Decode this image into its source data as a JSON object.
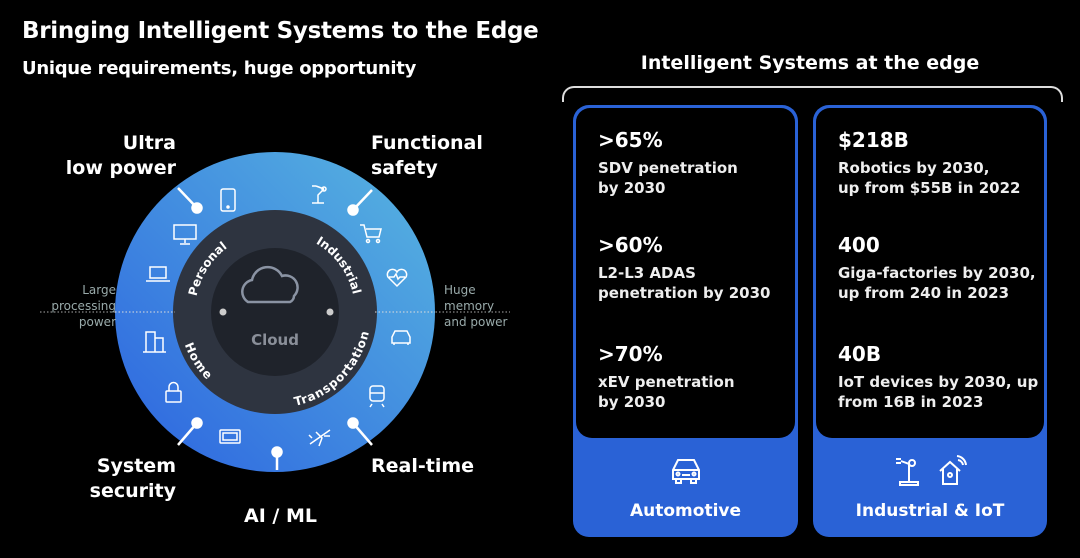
{
  "header": {
    "title": "Bringing Intelligent Systems to the Edge",
    "subtitle": "Unique requirements, huge opportunity"
  },
  "diagram": {
    "center_label": "Cloud",
    "segments": [
      "Personal",
      "Industrial",
      "Home",
      "Transportation"
    ],
    "features": {
      "ultra": [
        "Ultra",
        "low power"
      ],
      "functional": [
        "Functional",
        "safety"
      ],
      "security": [
        "System",
        "security"
      ],
      "aiml": "AI / ML",
      "realtime": "Real-time"
    },
    "left_axis": [
      "Large",
      "processing",
      "power"
    ],
    "right_axis": [
      "Huge",
      "memory",
      "and power"
    ],
    "colors": {
      "ring_start": "#2f6fe0",
      "ring_end": "#52b0e0",
      "dark_ring": "#2e3440",
      "inner": "#1f232b"
    }
  },
  "right": {
    "title": "Intelligent Systems at the edge",
    "cards": [
      {
        "label": "Automotive",
        "stats": [
          {
            "value": ">65%",
            "desc": [
              "SDV penetration",
              "by 2030"
            ]
          },
          {
            "value": ">60%",
            "desc": [
              "L2-L3 ADAS",
              "penetration by 2030"
            ]
          },
          {
            "value": ">70%",
            "desc": [
              "xEV penetration",
              "by 2030"
            ]
          }
        ]
      },
      {
        "label": "Industrial & IoT",
        "stats": [
          {
            "value": "$218B",
            "desc": [
              "Robotics by 2030,",
              "up from $55B in 2022"
            ]
          },
          {
            "value": "400",
            "desc": [
              "Giga-factories by 2030,",
              "up from 240 in 2023"
            ]
          },
          {
            "value": "40B",
            "desc": [
              "IoT devices by 2030, up",
              "from 16B in 2023"
            ]
          }
        ]
      }
    ],
    "accent": "#2a62d6"
  }
}
